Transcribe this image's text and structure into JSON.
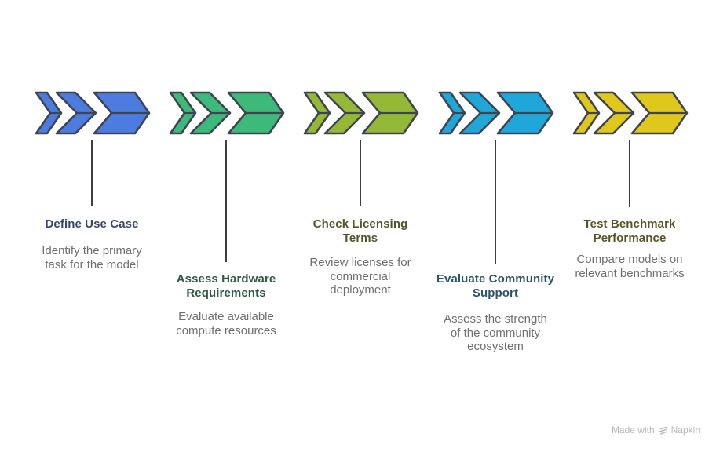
{
  "diagram": {
    "steps": [
      {
        "title": "Define Use Case",
        "description": "Identify the primary\ntask for the model",
        "color": "#4D7CE0",
        "title_color": "#35476B",
        "icon": "triple-chevron-arrow-icon"
      },
      {
        "title": "Assess Hardware\nRequirements",
        "description": "Evaluate available\ncompute resources",
        "color": "#3DBA79",
        "title_color": "#2E5B45",
        "icon": "triple-chevron-arrow-icon"
      },
      {
        "title": "Check Licensing\nTerms",
        "description": "Review licenses for\ncommercial\ndeployment",
        "color": "#95B836",
        "title_color": "#53562B",
        "icon": "triple-chevron-arrow-icon"
      },
      {
        "title": "Evaluate Community\nSupport",
        "description": "Assess the strength\nof the community\necosystem",
        "color": "#1FA7DA",
        "title_color": "#2B5468",
        "icon": "triple-chevron-arrow-icon"
      },
      {
        "title": "Test Benchmark\nPerformance",
        "description": "Compare models on\nrelevant benchmarks",
        "color": "#E0C71C",
        "title_color": "#5A5426",
        "icon": "triple-chevron-arrow-icon"
      }
    ]
  },
  "theme_vars": {
    "background": "#FFFFFF",
    "outline": "#3E4551",
    "connector": "#3E3E3E",
    "body-text": "#6F6F6F",
    "watermark": "#B4B8BC"
  },
  "watermark": {
    "prefix": "Made with",
    "brand": "Napkin",
    "logo_icon": "napkin-logo-icon"
  }
}
